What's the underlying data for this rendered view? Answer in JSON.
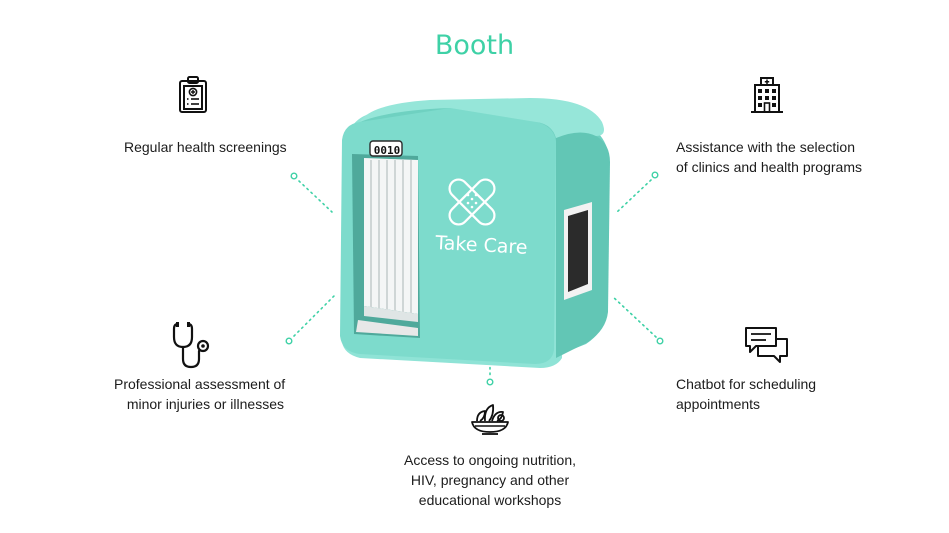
{
  "title": "Booth",
  "features": {
    "screenings": {
      "lines": [
        "Regular health screenings"
      ],
      "icon": "clipboard-icon"
    },
    "assistance": {
      "lines": [
        "Assistance with the selection",
        "of clinics and health programs"
      ],
      "icon": "hospital-building-icon"
    },
    "assessment": {
      "lines": [
        "Professional assessment of",
        "minor injuries or illnesses"
      ],
      "icon": "stethoscope-icon"
    },
    "chatbot": {
      "lines": [
        "Chatbot for scheduling",
        "appointments"
      ],
      "icon": "chat-bubbles-icon"
    },
    "nutrition": {
      "lines": [
        "Access to ongoing nutrition,",
        "HIV, pregnancy and other",
        "educational workshops"
      ],
      "icon": "salad-bowl-icon"
    }
  },
  "booth": {
    "number": "0010",
    "brand": "Take Care",
    "logo": "bandage-cross-logo"
  },
  "colors": {
    "accent": "#3ed1a6",
    "booth_body": "#7ddbcc",
    "booth_dark": "#5fc5b4"
  }
}
